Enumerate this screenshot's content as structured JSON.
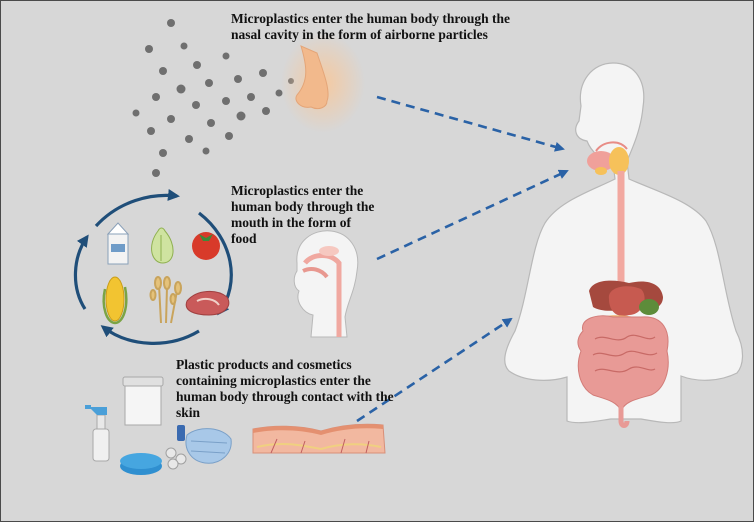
{
  "captions": {
    "airborne": "Microplastics enter the human body through the nasal cavity in the form of airborne particles",
    "food": "Microplastics enter the human body through the mouth in the form of food",
    "skin": "Plastic products and cosmetics containing microplastics enter the human body through contact with the skin"
  },
  "colors": {
    "background": "#d7d7d7",
    "arrow": "#2a62a6",
    "cycle": "#1f4e79",
    "body": "#f4f4f4",
    "organs": "#e8908a"
  },
  "icons": [
    "particle-cloud",
    "nose",
    "milk-carton",
    "lettuce",
    "tomato",
    "corn",
    "wheat",
    "meat",
    "head-profile",
    "human-torso",
    "spray-bottle",
    "cream-jar",
    "jar-lid",
    "face-mask",
    "skin-section"
  ]
}
